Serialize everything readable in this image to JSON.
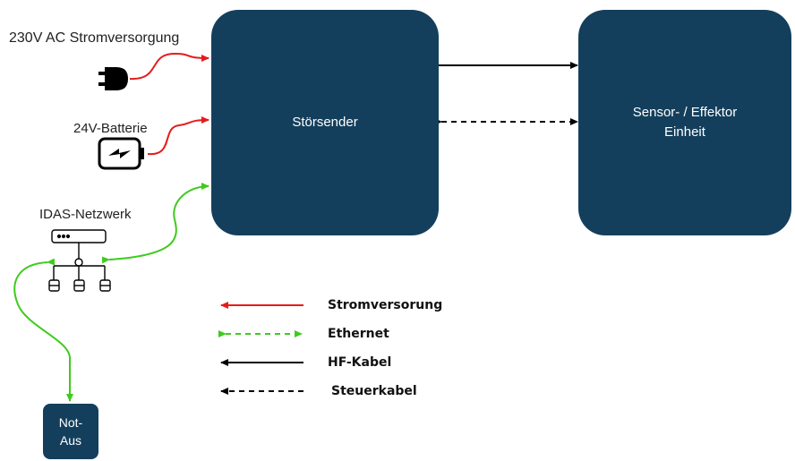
{
  "nodes": {
    "stoersender": "Störsender",
    "sensor_effektor": "Sensor- / Effektor\nEinheit",
    "not_aus": "Not-\nAus"
  },
  "sources": {
    "power_label": "230V AC Stromversorgung",
    "battery_label": "24V-Batterie",
    "network_label": "IDAS-Netzwerk"
  },
  "legend": {
    "power": "Stromversorung",
    "ethernet": "Ethernet",
    "hf": "HF-Kabel",
    "control": "Steuerkabel"
  },
  "colors": {
    "box": "#143f5c",
    "power": "#e41b1b",
    "ethernet": "#3ecb1e",
    "hf": "#000000",
    "control": "#000000"
  },
  "icons": [
    "plug-icon",
    "battery-icon",
    "network-switch-icon"
  ]
}
